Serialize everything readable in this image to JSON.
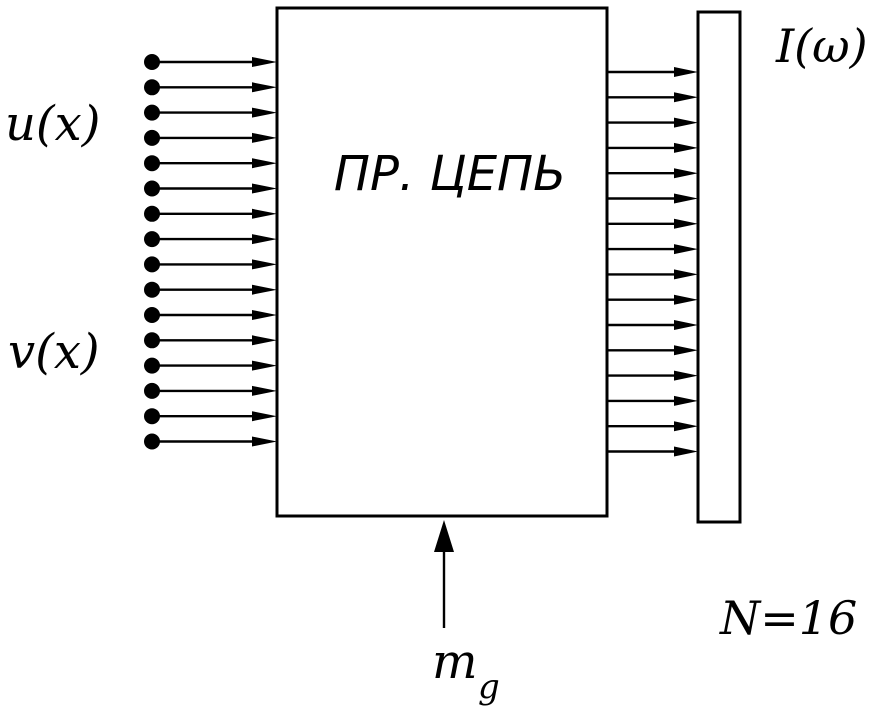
{
  "block": {
    "label": "ПР. ЦЕПЬ"
  },
  "inputs": {
    "top_label": "u(x)",
    "bottom_label": "v(x)",
    "count": 16
  },
  "outputs": {
    "label": "I(ω)",
    "count": 16
  },
  "control": {
    "label_main": "m",
    "label_sub": "g"
  },
  "note": {
    "text": "N=16"
  },
  "colors": {
    "ink": "#000000",
    "paper": "#ffffff"
  }
}
